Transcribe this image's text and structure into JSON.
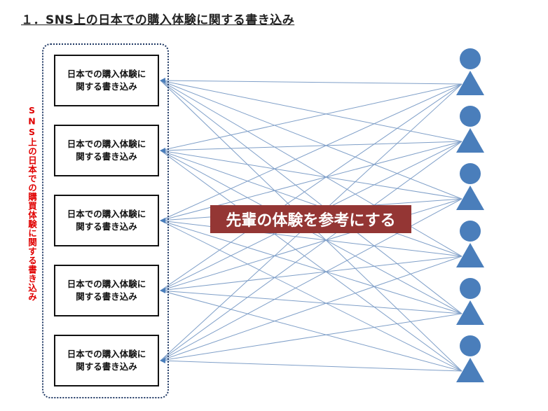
{
  "title": "１．SNS上の日本での購入体験に関する書き込み",
  "group_label": "SNS上の日本での購買体験に関する書き込み",
  "posts": [
    {
      "line1": "日本での購入体験に",
      "line2": "関する書き込み"
    },
    {
      "line1": "日本での購入体験に",
      "line2": "関する書き込み"
    },
    {
      "line1": "日本での購入体験に",
      "line2": "関する書き込み"
    },
    {
      "line1": "日本での購入体験に",
      "line2": "関する書き込み"
    },
    {
      "line1": "日本での購入体験に",
      "line2": "関する書き込み"
    }
  ],
  "persons_count": 6,
  "banner": "先輩の体験を参考にする",
  "colors": {
    "person": "#4a7ebb",
    "line": "#7f9fc8",
    "banner": "#943634",
    "group_label": "#e00000"
  }
}
